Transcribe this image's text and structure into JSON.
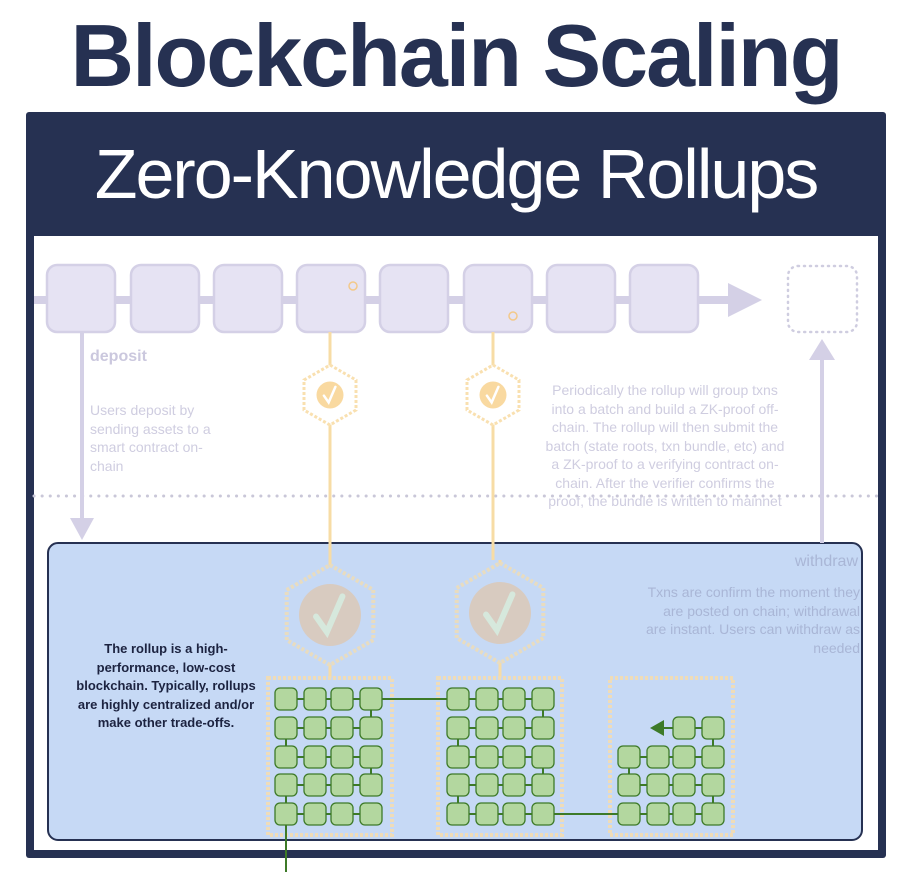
{
  "title": "Blockchain Scaling",
  "subtitle": "Zero-Knowledge Rollups",
  "deposit": {
    "label": "deposit",
    "description": "Users deposit by sending assets to a smart contract on-chain"
  },
  "batch": {
    "description": "Periodically the rollup will group txns into a batch and build a ZK-proof off-chain. The rollup will then submit the batch (state roots, txn bundle, etc) and a ZK-proof to a verifying contract on-chain. After the verifier confirms the proof, the bundle is written to mainnet"
  },
  "withdraw": {
    "label": "withdraw",
    "description": "Txns are confirm the moment they are posted on chain; withdrawal are instant. Users can withdraw as needed"
  },
  "rollup": {
    "description": "The rollup is a high-performance, low-cost blockchain. Typically, rollups are highly centralized and/or make other trade-offs."
  },
  "colors": {
    "navy": "#263152",
    "mainchain_block": "#e6e3f3",
    "rollup_bg": "#c6d9f5",
    "rollup_block": "#b3d79f",
    "rollup_link": "#3d7a28",
    "proof": "#f7d9a0"
  },
  "icons": [
    "check-icon",
    "hexagon-proof-icon",
    "arrow-icon"
  ]
}
